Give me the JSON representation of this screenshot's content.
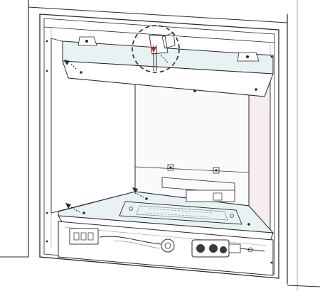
{
  "figure": {
    "subject": "fireplace-firebox-assembly",
    "callouts": [
      {
        "kind": "detail-circle",
        "shape": "dashed-circle"
      },
      {
        "kind": "screw-arrow"
      },
      {
        "kind": "screw-arrow"
      },
      {
        "kind": "screw-arrow"
      },
      {
        "kind": "screw-arrow"
      }
    ]
  },
  "colors": {
    "line": "#2a2a2a",
    "light_line": "#8a8a8a",
    "panel_tint": "#e8f2f4",
    "wall_tint": "#fafafa",
    "warm_shade": "#f6eeee",
    "arrow_red": "#c0242b"
  }
}
